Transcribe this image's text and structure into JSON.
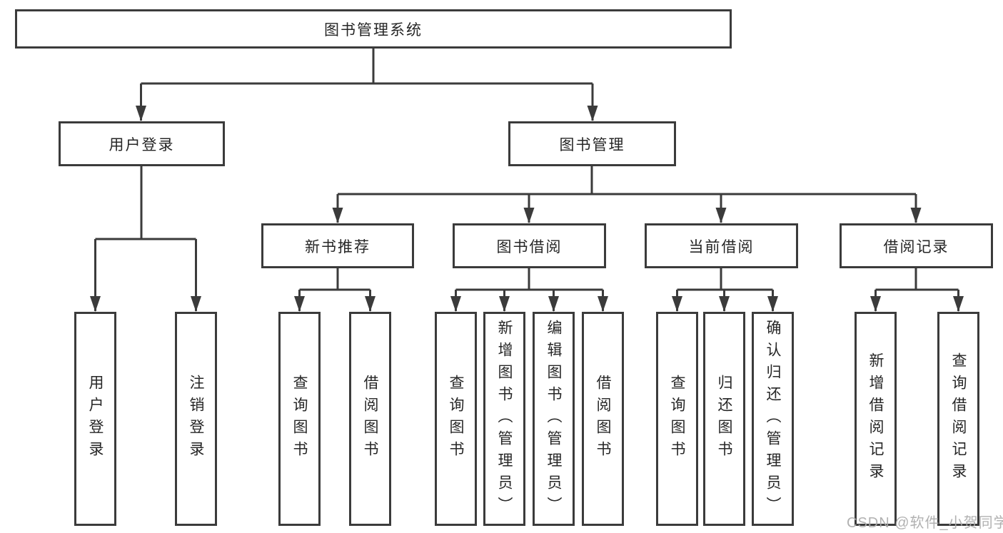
{
  "diagram": {
    "title": "图书管理系统",
    "type": "hierarchy-tree",
    "tree": {
      "label": "图书管理系统",
      "children": [
        {
          "label": "用户登录",
          "children": [
            {
              "label": "用户登录"
            },
            {
              "label": "注销登录"
            }
          ]
        },
        {
          "label": "图书管理",
          "children": [
            {
              "label": "新书推荐",
              "children": [
                {
                  "label": "查询图书"
                },
                {
                  "label": "借阅图书"
                }
              ]
            },
            {
              "label": "图书借阅",
              "children": [
                {
                  "label": "查询图书"
                },
                {
                  "label": "新增图书（管理员）"
                },
                {
                  "label": "编辑图书（管理员）"
                },
                {
                  "label": "借阅图书"
                }
              ]
            },
            {
              "label": "当前借阅",
              "children": [
                {
                  "label": "查询图书"
                },
                {
                  "label": "归还图书"
                },
                {
                  "label": "确认归还（管理员）"
                }
              ]
            },
            {
              "label": "借阅记录",
              "children": [
                {
                  "label": "新增借阅记录"
                },
                {
                  "label": "查询借阅记录"
                }
              ]
            }
          ]
        }
      ]
    },
    "watermark": "CSDN @软件_小贺同学",
    "colors": {
      "line": "#3b3b3b",
      "box_border": "#3b3b3b",
      "text": "#262626",
      "watermark": "#ababab",
      "background": "#ffffff"
    }
  }
}
